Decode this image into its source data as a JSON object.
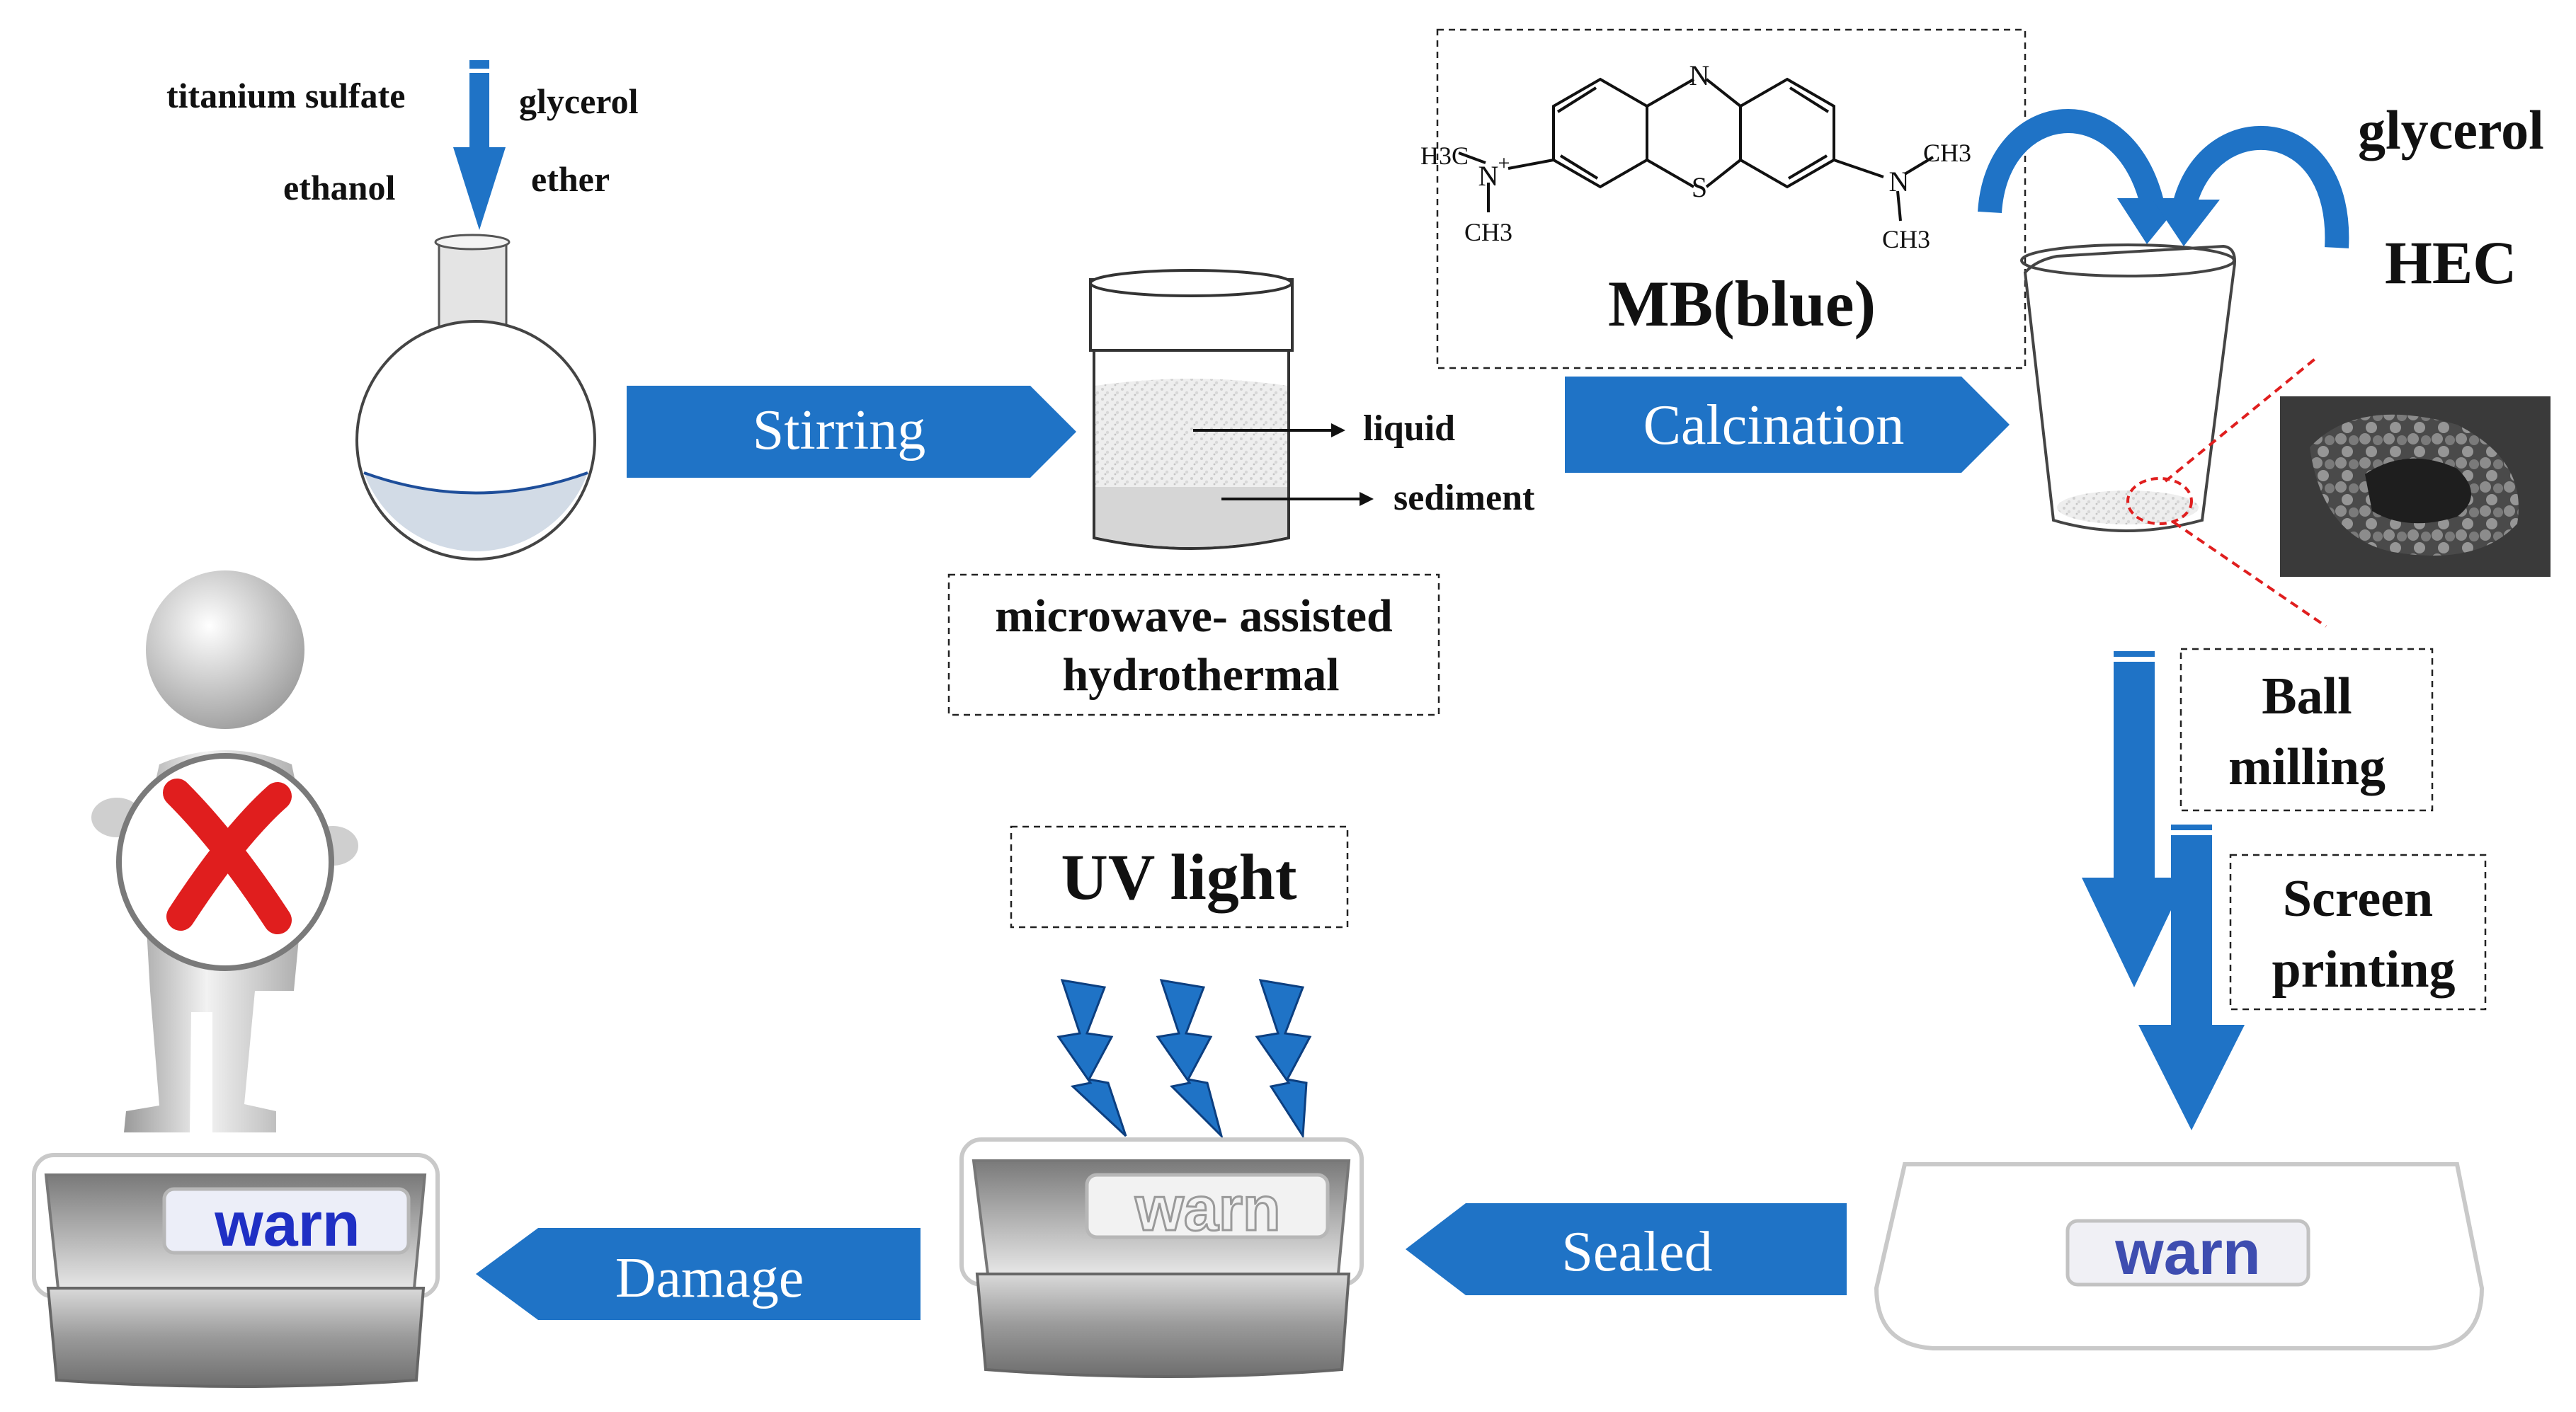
{
  "reagents": {
    "titanium_sulfate": "titanium sulfate",
    "glycerol_top": "glycerol",
    "ethanol": "ethanol",
    "ether": "ether"
  },
  "steps": {
    "stirring": "Stirring",
    "calcination": "Calcination",
    "microwave_line1": "microwave- assisted",
    "microwave_line2": "hydrothermal",
    "liquid": "liquid",
    "sediment": "sediment",
    "ball_line1": "Ball",
    "ball_line2": "milling",
    "screen_line1": "Screen",
    "screen_line2": "printing",
    "sealed": "Sealed",
    "damage": "Damage",
    "uv_light": "UV light"
  },
  "molecule": {
    "name": "MB(blue)",
    "atom_N_top": "N",
    "atom_S": "S",
    "left_amine": "N",
    "left_charge": "+",
    "right_amine": "N",
    "h3c": "H3C",
    "ch3": "CH3"
  },
  "additives": {
    "glycerol": "glycerol",
    "hec": "HEC"
  },
  "labels": {
    "warn_clean": "warn",
    "warn_uv": "warn",
    "warn_damaged": "warn"
  },
  "colors": {
    "arrow_blue": "#1f73c6",
    "warn_blue": "#3e4db0",
    "warn_dark": "#1f2fc4",
    "cross_red": "#e01e1e",
    "tray_gray": "#8c8c8c"
  }
}
